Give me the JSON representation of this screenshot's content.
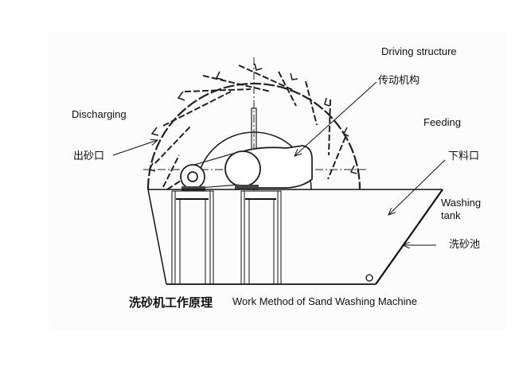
{
  "labels": {
    "driving_structure": "Driving structure",
    "driving_cn": "传动机构",
    "discharging": "Discharging",
    "discharging_cn": "出砂口",
    "feeding": "Feeding",
    "feeding_cn": "下料口",
    "washing_tank": "Washing",
    "washing_tank_2": "tank",
    "washing_tank_cn": "洗砂池"
  },
  "caption": {
    "title_cn": "洗砂机工作原理",
    "title_en": "Work Method of Sand Washing Machine"
  },
  "colors": {
    "line": "#111111",
    "panel": "#fcfcfc"
  }
}
